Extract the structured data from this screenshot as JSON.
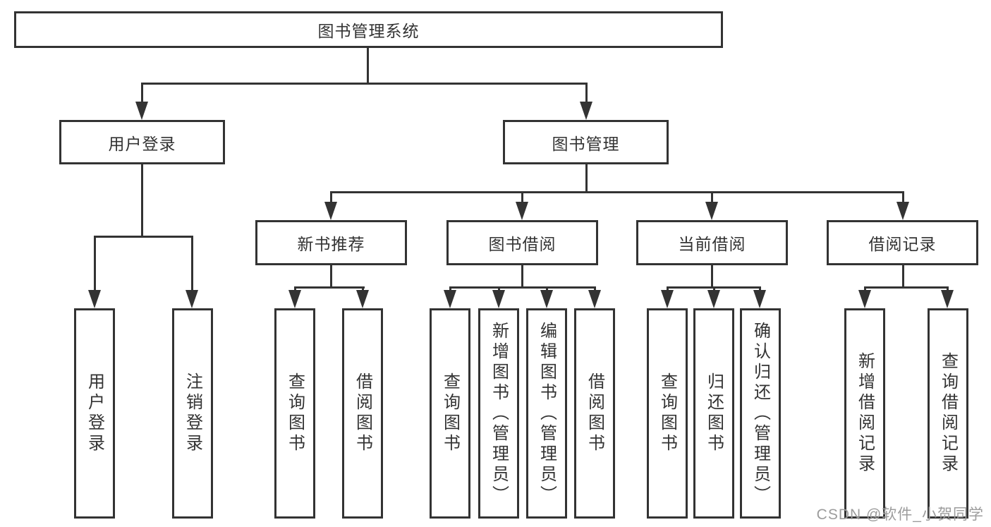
{
  "nodes": {
    "root": "图书管理系统",
    "user_login": "用户登录",
    "book_mgmt": "图书管理",
    "new_book_rec": "新书推荐",
    "book_borrow": "图书借阅",
    "current_borrow": "当前借阅",
    "borrow_records": "借阅记录",
    "leaf_user_login": "用户登录",
    "leaf_logout": "注销登录",
    "leaf_query_book_1": "查询图书",
    "leaf_borrow_book_1": "借阅图书",
    "leaf_query_book_2": "查询图书",
    "leaf_add_book_admin": "新增图书（管理员）",
    "leaf_edit_book_admin": "编辑图书（管理员）",
    "leaf_borrow_book_2": "借阅图书",
    "leaf_query_book_3": "查询图书",
    "leaf_return_book": "归还图书",
    "leaf_confirm_return_admin": "确认归还（管理员）",
    "leaf_add_borrow_record": "新增借阅记录",
    "leaf_query_borrow_record": "查询借阅记录"
  },
  "hierarchy": {
    "图书管理系统": {
      "用户登录": [
        "用户登录",
        "注销登录"
      ],
      "图书管理": {
        "新书推荐": [
          "查询图书",
          "借阅图书"
        ],
        "图书借阅": [
          "查询图书",
          "新增图书（管理员）",
          "编辑图书（管理员）",
          "借阅图书"
        ],
        "当前借阅": [
          "查询图书",
          "归还图书",
          "确认归还（管理员）"
        ],
        "借阅记录": [
          "新增借阅记录",
          "查询借阅记录"
        ]
      }
    }
  },
  "watermark": "CSDN @软件_小贺同学",
  "colors": {
    "line": "#333333",
    "text": "#333333",
    "watermark": "#9c9c9c",
    "background": "#ffffff"
  }
}
